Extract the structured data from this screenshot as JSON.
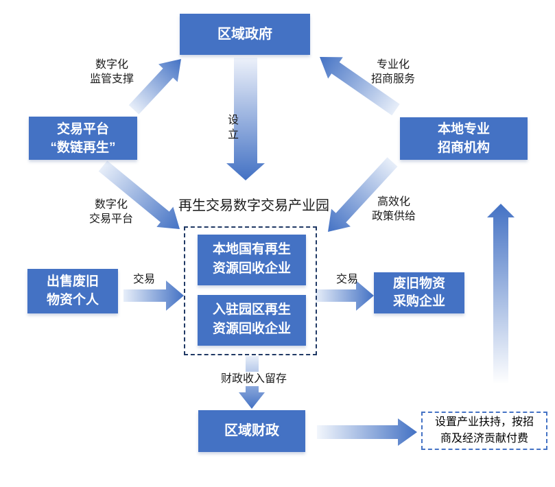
{
  "colors": {
    "node_fill": "#4472C4",
    "node_text": "#FFFFFF",
    "arrow_dark": "#4472C4",
    "arrow_light": "#E7EEF9",
    "park_border": "#1F3864",
    "incentive_border": "#4472C4",
    "label_text": "#1A1A1A",
    "background": "#FFFFFF"
  },
  "nodes": {
    "government": {
      "label": "区域政府"
    },
    "platform": {
      "line1": "交易平台",
      "line2": "“数链再生”"
    },
    "agency": {
      "line1": "本地专业",
      "line2": "招商机构"
    },
    "park": {
      "title": "再生交易数字交易产业园"
    },
    "state_recycler": {
      "line1": "本地国有再生",
      "line2": "资源回收企业"
    },
    "park_recycler": {
      "line1": "入驻园区再生",
      "line2": "资源回收企业"
    },
    "seller": {
      "line1": "出售废旧",
      "line2": "物资个人"
    },
    "buyer": {
      "line1": "废旧物资",
      "line2": "采购企业"
    },
    "finance": {
      "label": "区域财政"
    },
    "incentive": {
      "line1": "设置产业扶持，按招",
      "line2": "商及经济贡献付费"
    }
  },
  "labels": {
    "regulation": {
      "line1": "数字化",
      "line2": "监管支撑"
    },
    "service": {
      "line1": "专业化",
      "line2": "招商服务"
    },
    "setup": {
      "line1": "设",
      "line2": "立"
    },
    "digital_platform": {
      "line1": "数字化",
      "line2": "交易平台"
    },
    "policy": {
      "line1": "高效化",
      "line2": "政策供给"
    },
    "trade_left": {
      "label": "交易"
    },
    "trade_right": {
      "label": "交易"
    },
    "fiscal_retention": {
      "label": "财政收入留存"
    }
  }
}
